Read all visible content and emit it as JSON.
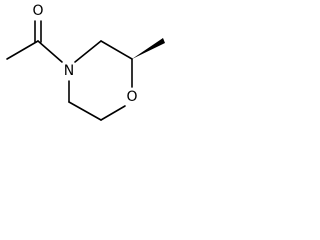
{
  "molecule": {
    "atoms": {
      "carbonyl_oxygen": "O",
      "ring_nitrogen": "N",
      "ring_oxygen": "O"
    }
  }
}
